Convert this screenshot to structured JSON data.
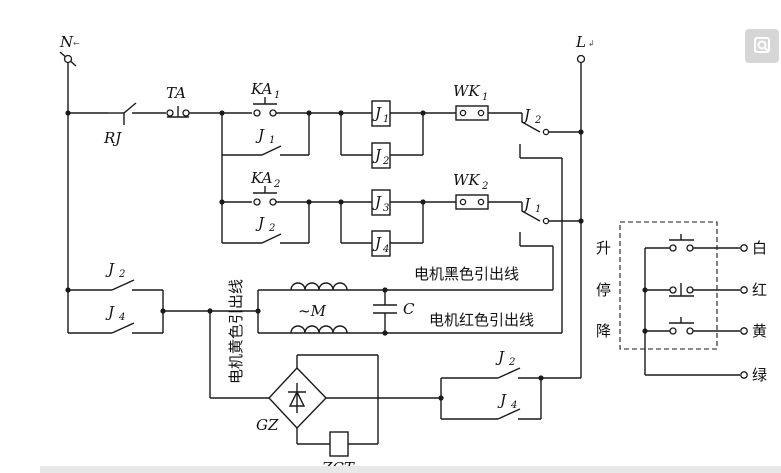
{
  "terminals": {
    "N": "N",
    "L": "L",
    "N_mark": "←",
    "L_mark": "↲"
  },
  "labels": {
    "TA": "TA",
    "RJ": "RJ",
    "KA1": "KA",
    "KA1_sub": "1",
    "KA2": "KA",
    "KA2_sub": "2",
    "J1_coil": "J",
    "J1_coil_sub": "1",
    "J2_coil": "J",
    "J2_coil_sub": "2",
    "J3_coil": "J",
    "J3_coil_sub": "3",
    "J4_coil": "J",
    "J4_coil_sub": "4",
    "WK1": "WK",
    "WK1_sub": "1",
    "WK2": "WK",
    "WK2_sub": "2",
    "J1_contact_top": "J",
    "J1_contact_top_sub": "1",
    "J2_contact_top": "J",
    "J2_contact_top_sub": "2",
    "J2_contact_right_top": "J",
    "J2_contact_right_top_sub": "2",
    "J1_contact_right_mid": "J",
    "J1_contact_right_mid_sub": "1",
    "J2_contact_left": "J",
    "J2_contact_left_sub": "2",
    "J4_contact_left": "J",
    "J4_contact_left_sub": "4",
    "J2_contact_bottom": "J",
    "J2_contact_bottom_sub": "2",
    "J4_contact_bottom": "J",
    "J4_contact_bottom_sub": "4",
    "motor": "~M",
    "capacitor": "C",
    "rectifier": "GZ",
    "brake_coil": "ZCT",
    "black_lead": "电机黑色引出线",
    "red_lead": "电机红色引出线",
    "yellow_lead": "电机黄色引出线"
  },
  "remote": {
    "up": "升",
    "stop": "停",
    "down": "降",
    "white": "白",
    "red": "红",
    "yellow": "黄",
    "green": "绿"
  },
  "icons": {
    "copy": "copy-image-icon"
  },
  "colors": {
    "wire": "#1a1a1a",
    "background": "#ffffff",
    "button": "#d6d6d6"
  }
}
